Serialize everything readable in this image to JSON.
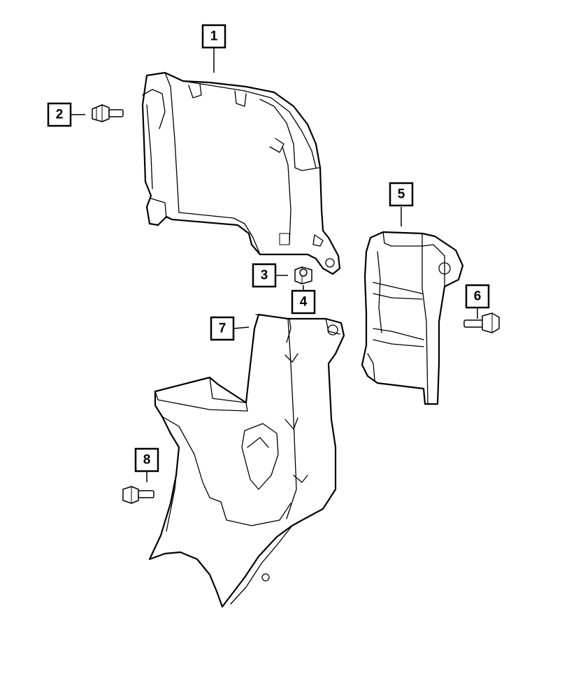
{
  "callouts": [
    {
      "id": "1",
      "label": "1"
    },
    {
      "id": "2",
      "label": "2"
    },
    {
      "id": "3",
      "label": "3"
    },
    {
      "id": "4",
      "label": "4"
    },
    {
      "id": "5",
      "label": "5"
    },
    {
      "id": "6",
      "label": "6"
    },
    {
      "id": "7",
      "label": "7"
    },
    {
      "id": "8",
      "label": "8"
    }
  ],
  "colors": {
    "line": "#000000",
    "fill": "#ffffff"
  }
}
